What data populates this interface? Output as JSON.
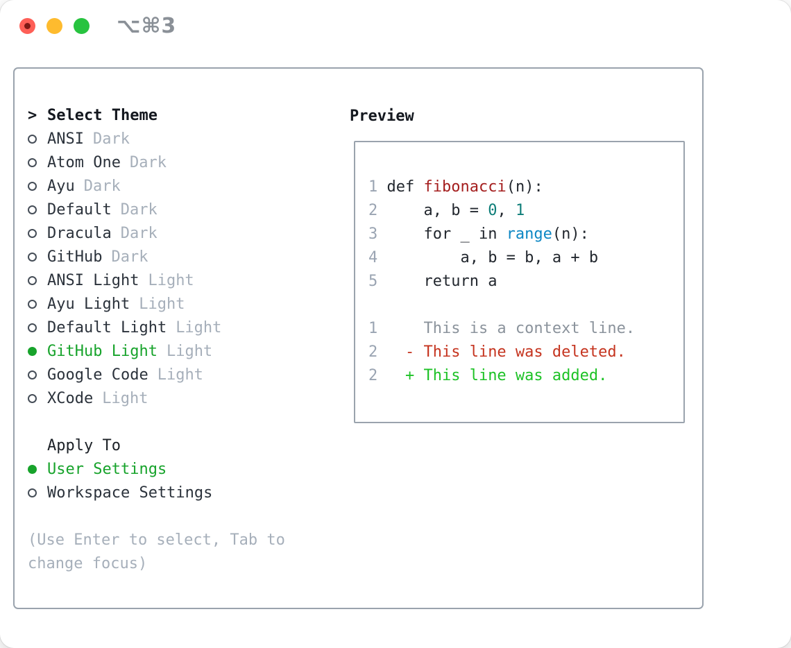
{
  "titlebar": {
    "title": "⌥⌘3",
    "buttons": [
      "close-icon",
      "minimize-icon",
      "zoom-icon"
    ]
  },
  "colors": {
    "accent_green": "#17a32b",
    "added_green": "#1dc226",
    "deleted_red": "#c5341f",
    "function_red": "#a41e1e",
    "literal_teal": "#0d7d78",
    "builtin_blue": "#0d87c4",
    "muted_gray": "#a6afba",
    "border_gray": "#9aa3ad"
  },
  "theme_list": {
    "header": {
      "caret": ">",
      "label": "Select Theme"
    },
    "themes": [
      {
        "name": "ANSI",
        "tag": "Dark",
        "selected": false
      },
      {
        "name": "Atom One",
        "tag": "Dark",
        "selected": false
      },
      {
        "name": "Ayu",
        "tag": "Dark",
        "selected": false
      },
      {
        "name": "Default",
        "tag": "Dark",
        "selected": false
      },
      {
        "name": "Dracula",
        "tag": "Dark",
        "selected": false
      },
      {
        "name": "GitHub",
        "tag": "Dark",
        "selected": false
      },
      {
        "name": "ANSI Light",
        "tag": "Light",
        "selected": false
      },
      {
        "name": "Ayu Light",
        "tag": "Light",
        "selected": false
      },
      {
        "name": "Default Light",
        "tag": "Light",
        "selected": false
      },
      {
        "name": "GitHub Light",
        "tag": "Light",
        "selected": true
      },
      {
        "name": "Google Code",
        "tag": "Light",
        "selected": false
      },
      {
        "name": "XCode",
        "tag": "Light",
        "selected": false
      }
    ]
  },
  "apply_to": {
    "label": "Apply To",
    "options": [
      {
        "name": "User Settings",
        "selected": true
      },
      {
        "name": "Workspace Settings",
        "selected": false
      }
    ]
  },
  "hint": {
    "line1": "(Use Enter to select, Tab to",
    "line2": "change focus)"
  },
  "preview": {
    "title": "Preview",
    "code": [
      {
        "num": "1",
        "segs": [
          {
            "t": " def "
          },
          {
            "t": "fibonacci"
          },
          {
            "t": "(n):"
          }
        ]
      },
      {
        "num": "2",
        "segs": [
          {
            "t": "     a, b = "
          },
          {
            "t": "0"
          },
          {
            "t": ", "
          },
          {
            "t": "1"
          }
        ]
      },
      {
        "num": "3",
        "segs": [
          {
            "t": "     for _ in "
          },
          {
            "t": "range"
          },
          {
            "t": "(n):"
          }
        ]
      },
      {
        "num": "4",
        "segs": [
          {
            "t": "         a, b = b, a + b"
          }
        ]
      },
      {
        "num": "5",
        "segs": [
          {
            "t": "     return a"
          }
        ]
      }
    ],
    "diff": [
      {
        "num": "1",
        "segs": [
          {
            "t": "     This is a context line."
          }
        ]
      },
      {
        "num": "2",
        "segs": [
          {
            "t": "   - This line was deleted."
          }
        ]
      },
      {
        "num": "2",
        "segs": [
          {
            "t": "   + This line was added."
          }
        ]
      }
    ]
  }
}
